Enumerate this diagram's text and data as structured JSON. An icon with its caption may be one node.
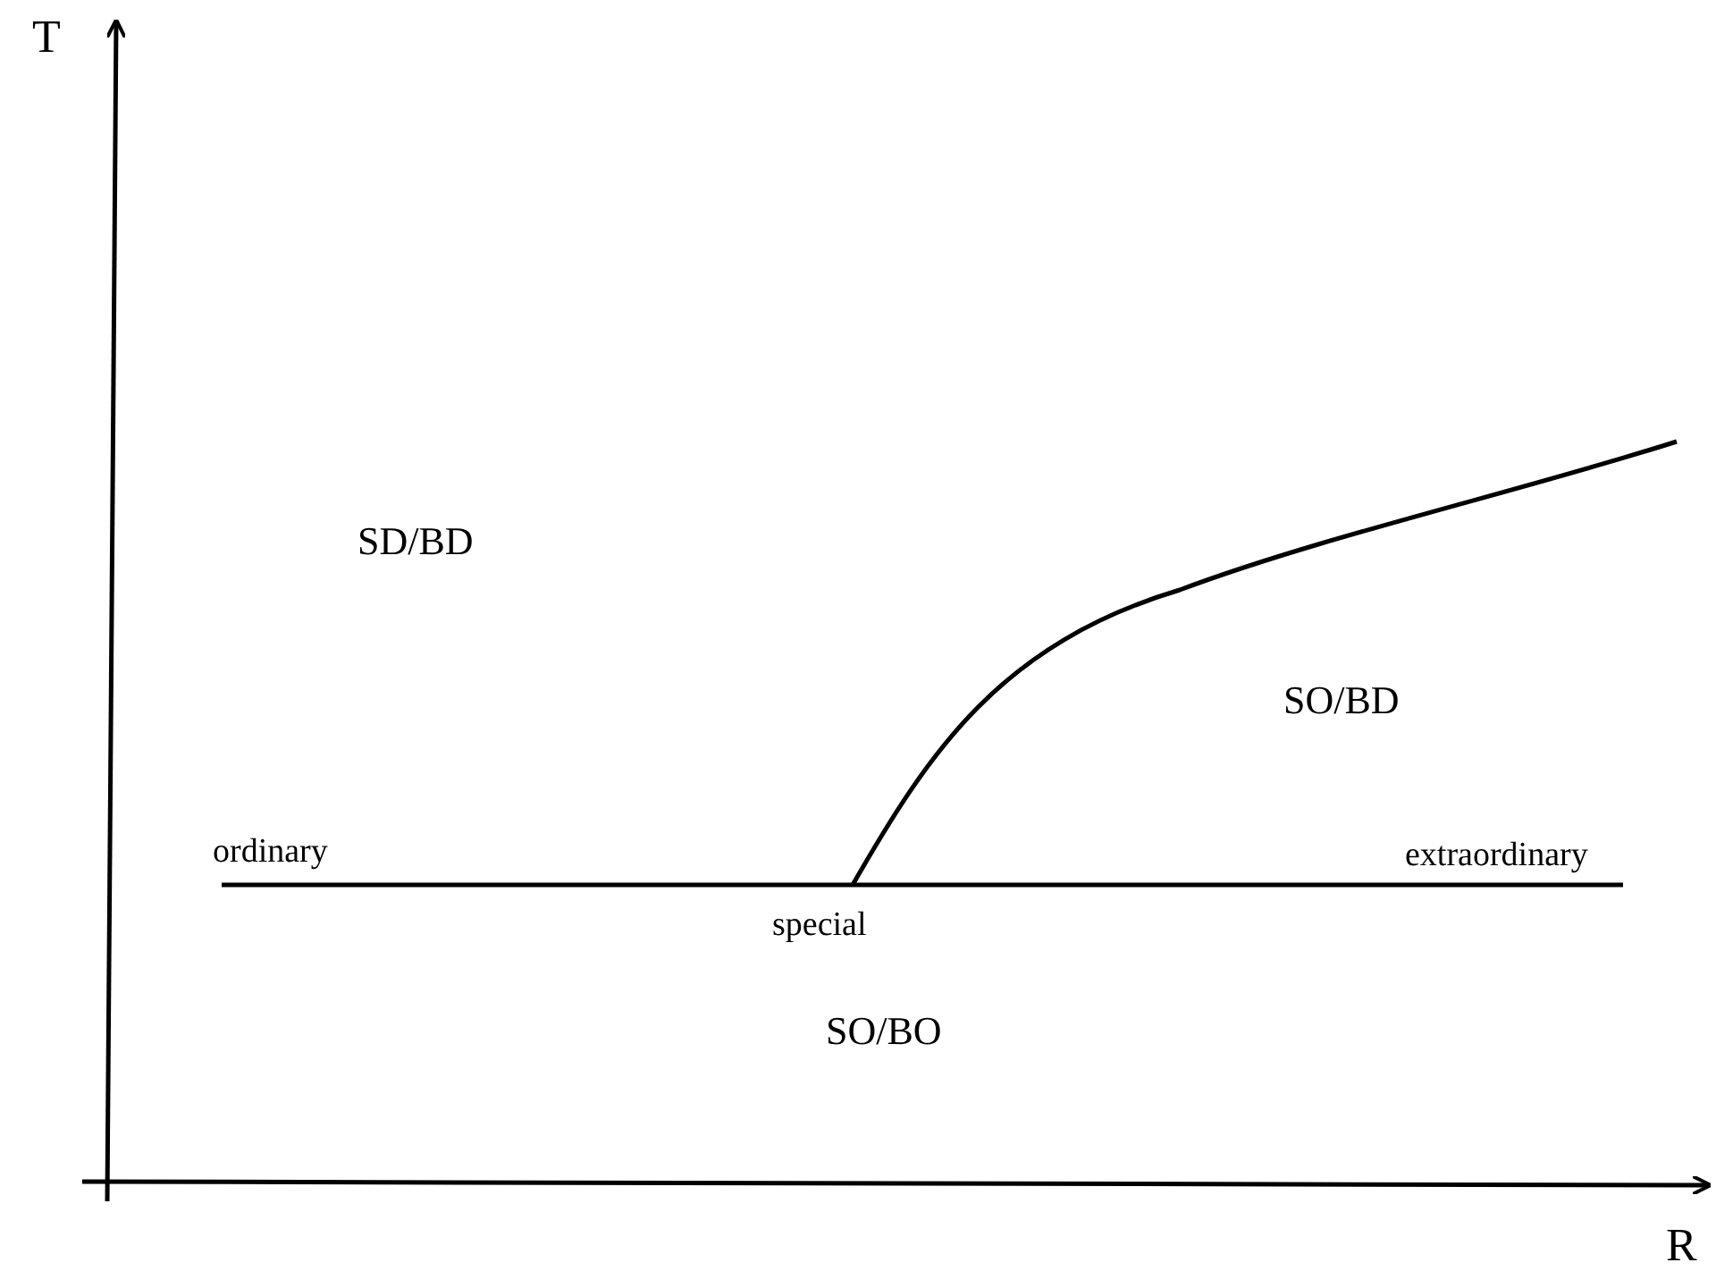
{
  "diagram": {
    "labels": [
      "T",
      "SD/BD",
      "SO/BD",
      "ordinary",
      "extraordinary",
      "special",
      "SO/BO",
      "R"
    ]
  }
}
